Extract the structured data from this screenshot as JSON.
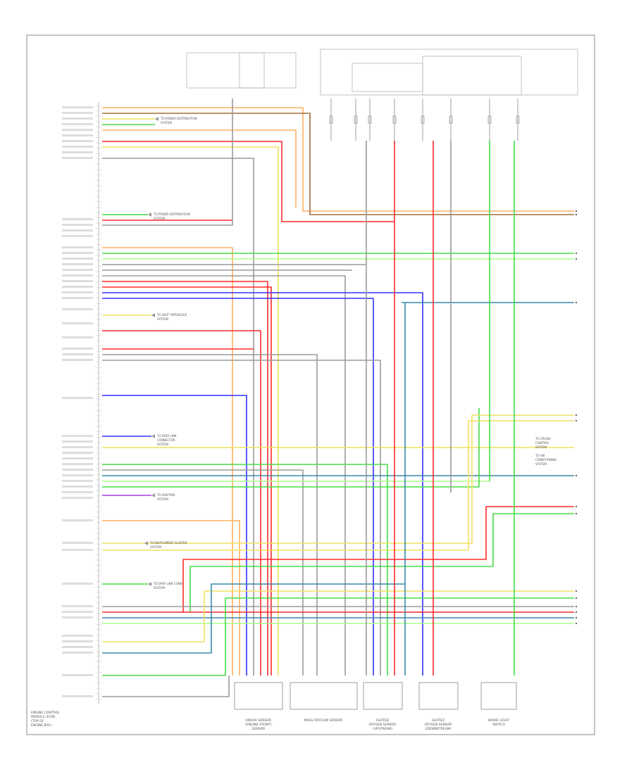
{
  "diagram": {
    "title": "",
    "ecm_label": [
      "ENGINE CONTROL",
      "MODULE (ECM)",
      "(TOP OF",
      "ENGINE BAY)"
    ],
    "footnote": "",
    "colors": {
      "frame": "#888888",
      "gray": "#9a9a9a",
      "red": "#ff2a2a",
      "orange": "#ffb060",
      "yellow": "#f0e060",
      "green": "#44dd44",
      "blue": "#3030ff",
      "brown": "#a0703c",
      "teal": "#3a8aa8",
      "purple": "#a040e0",
      "light_green": "#aaff88",
      "pink": "#ffa0a0"
    },
    "connectors": [
      {
        "id": "knock_sensor",
        "label": [
          "KNOCK SENSOR",
          "(ENGINE FRONT)",
          "SENSOR"
        ]
      },
      {
        "id": "mass_air",
        "label": [
          "MASS AIRFLOW SENSOR"
        ]
      },
      {
        "id": "o2_up",
        "label": [
          "HEATED",
          "OXYGEN SENSOR",
          "(UPSTREAM)"
        ]
      },
      {
        "id": "o2_down",
        "label": [
          "HEATED",
          "OXYGEN SENSOR",
          "(DOWNSTREAM)"
        ]
      },
      {
        "id": "brake_switch",
        "label": [
          "BRAKE LIGHT",
          "SWITCH"
        ]
      }
    ],
    "side_notes": [
      [
        "TO POWER DISTRIBUTION",
        "SYSTEM"
      ],
      [
        "TO SHIFT INTERLOCK",
        "SYSTEM"
      ],
      [
        "TO DATA LINK",
        "CONNECTOR",
        "SYSTEM"
      ],
      [
        "TO INSTRUMENT CLUSTER",
        "SYSTEM"
      ],
      [
        "TO POWER DISTRIBUTION",
        "SYSTEM"
      ],
      [
        "TO DATA LINK CONN",
        "SYSTEM"
      ],
      [
        "TO IGNITION",
        "SYSTEM"
      ]
    ],
    "right_note": [
      "TO CRUISE",
      "CONTROL",
      "SYSTEM",
      "",
      "TO AIR",
      "CONDITIONING",
      "SYSTEM"
    ]
  }
}
